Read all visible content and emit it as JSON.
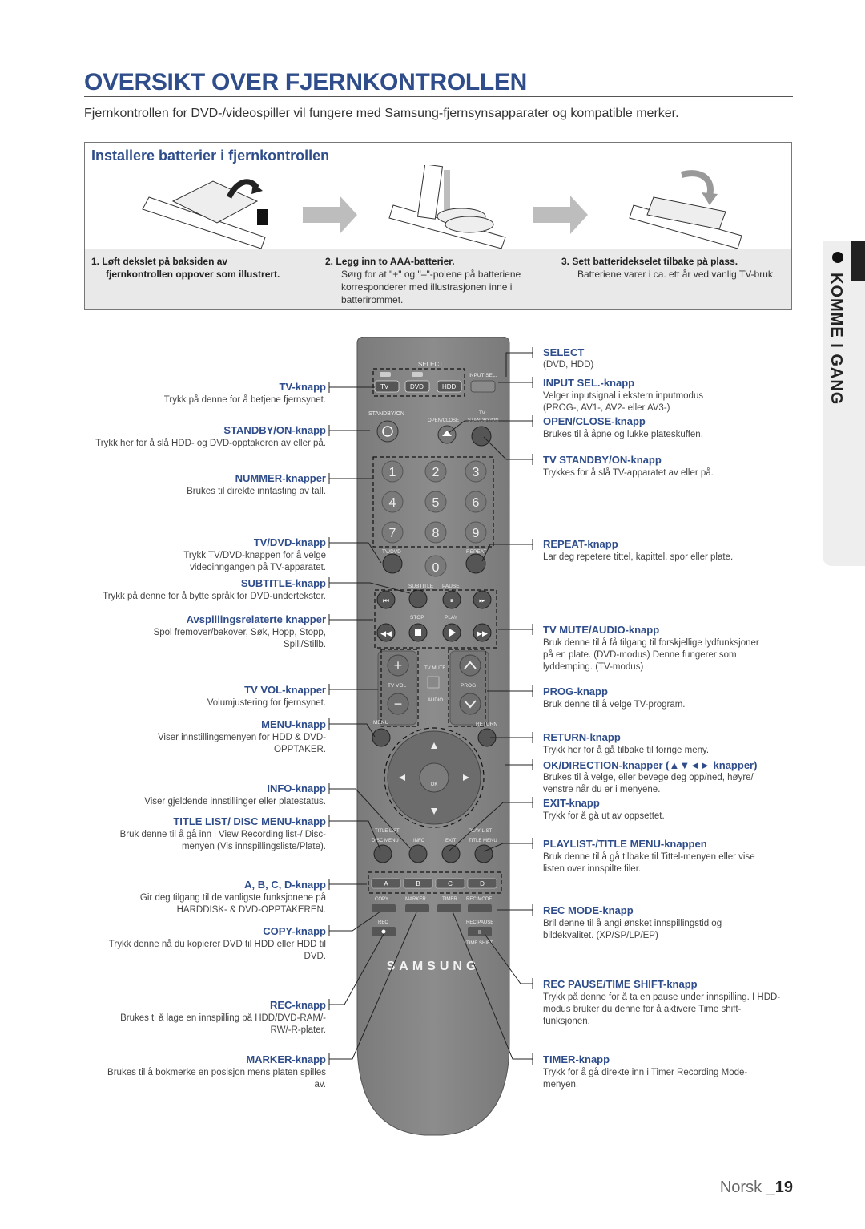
{
  "page": {
    "title": "OVERSIKT OVER FJERNKONTROLLEN",
    "intro": "Fjernkontrollen for DVD-/videospiller vil fungere med Samsung-fjernsynsapparater og kompatible merker."
  },
  "battery_section": {
    "title": "Installere batterier i fjernkontrollen",
    "steps": [
      {
        "num": "1.",
        "heading": "Løft dekslet på baksiden av",
        "text": "fjernkontrollen oppover som illustrert."
      },
      {
        "num": "2.",
        "heading": "Legg inn to AAA-batterier.",
        "text": "Sørg for at \"+\" og \"–\"-polene på batteriene korresponderer med illustrasjonen inne i batterirommet."
      },
      {
        "num": "3.",
        "heading": "Sett batteridekselet tilbake på plass.",
        "text": "Batteriene varer i ca. ett år ved vanlig TV-bruk."
      }
    ]
  },
  "sidebar": {
    "label": "KOMME I GANG"
  },
  "remote": {
    "brand": "SAMSUNG",
    "labels": {
      "select": "SELECT",
      "input_sel": "INPUT SEL.",
      "tv": "TV",
      "dvd": "DVD",
      "hdd": "HDD",
      "standby_on": "STANDBY/ON",
      "open_close": "OPEN/CLOSE",
      "standby_on_tv": "STANDBY/ON",
      "tv_small": "TV",
      "tv_dvd": "TV/DVD",
      "repeat": "REPEAT",
      "subtitle": "SUBTITLE",
      "pause": "PAUSE",
      "stop": "STOP",
      "play": "PLAY",
      "tv_mute": "TV MUTE",
      "tv_vol": "TV VOL",
      "prog": "PROG",
      "audio": "AUDIO",
      "menu": "MENU",
      "return": "RETURN",
      "ok": "OK",
      "title_list": "TITLE LIST",
      "play_list": "PLAY LIST",
      "disc_menu": "DISC MENU",
      "info": "INFO",
      "exit": "EXIT",
      "title_menu": "TITLE MENU",
      "a": "A",
      "b": "B",
      "c": "C",
      "d": "D",
      "copy": "COPY",
      "marker": "MARKER",
      "timer": "TIMER",
      "rec_mode": "REC MODE",
      "rec": "REC",
      "rec_pause": "REC PAUSE",
      "time_shift": "TIME SHIFT",
      "digits": [
        "1",
        "2",
        "3",
        "4",
        "5",
        "6",
        "7",
        "8",
        "9",
        "0"
      ]
    }
  },
  "callouts_left": [
    {
      "label": "TV-knapp",
      "desc": "Trykk på denne for å betjene fjernsynet."
    },
    {
      "label": "STANDBY/ON-knapp",
      "desc": "Trykk her for å slå HDD- og DVD-opptakeren av eller på."
    },
    {
      "label": "NUMMER-knapper",
      "desc": "Brukes til direkte inntasting av tall."
    },
    {
      "label": "TV/DVD-knapp",
      "desc": "Trykk TV/DVD-knappen for å velge videoinngangen på TV-apparatet."
    },
    {
      "label": "SUBTITLE-knapp",
      "desc": "Trykk på denne for å bytte språk for DVD-undertekster."
    },
    {
      "label": "Avspillingsrelaterte knapper",
      "desc": "Spol fremover/bakover, Søk, Hopp, Stopp, Spill/Stillb."
    },
    {
      "label": "TV VOL-knapper",
      "desc": "Volumjustering for fjernsynet."
    },
    {
      "label": "MENU-knapp",
      "desc": "Viser innstillingsmenyen for HDD & DVD-OPPTAKER."
    },
    {
      "label": "INFO-knapp",
      "desc": "Viser gjeldende innstillinger eller platestatus."
    },
    {
      "label": "TITLE LIST/ DISC MENU-knapp",
      "desc": "Bruk denne til å gå inn i View Recording list-/ Disc-menyen (Vis innspillingsliste/Plate)."
    },
    {
      "label": "A, B, C, D-knapp",
      "desc": "Gir deg tilgang til de vanligste funksjonene på HARDDISK- & DVD-OPPTAKEREN."
    },
    {
      "label": "COPY-knapp",
      "desc": "Trykk denne nå du kopierer DVD til HDD eller HDD til DVD."
    },
    {
      "label": "REC-knapp",
      "desc": "Brukes ti å lage en innspilling på HDD/DVD-RAM/-RW/-R-plater."
    },
    {
      "label": "MARKER-knapp",
      "desc": "Brukes til å bokmerke en posisjon mens platen spilles av."
    }
  ],
  "callouts_right": [
    {
      "label": "SELECT",
      "desc": "(DVD, HDD)"
    },
    {
      "label": "INPUT SEL.-knapp",
      "desc": "Velger inputsignal i ekstern inputmodus (PROG-, AV1-, AV2- eller AV3-)"
    },
    {
      "label": "OPEN/CLOSE-knapp",
      "desc": "Brukes til å åpne og lukke plateskuffen."
    },
    {
      "label": "TV STANDBY/ON-knapp",
      "desc": "Trykkes for å slå TV-apparatet av eller på."
    },
    {
      "label": "REPEAT-knapp",
      "desc": "Lar deg repetere tittel, kapittel, spor eller plate."
    },
    {
      "label": "TV MUTE/AUDIO-knapp",
      "desc": "Bruk denne til å få tilgang til forskjellige lydfunksjoner på en plate. (DVD-modus) Denne fungerer som lyddemping. (TV-modus)"
    },
    {
      "label": "PROG-knapp",
      "desc": "Bruk denne til å velge TV-program."
    },
    {
      "label": "RETURN-knapp",
      "desc": "Trykk her for å gå tilbake til forrige meny."
    },
    {
      "label": "OK/DIRECTION-knapper (▲▼◄► knapper)",
      "desc": "Brukes til å velge, eller bevege deg opp/ned, høyre/ venstre når du er i menyene."
    },
    {
      "label": "EXIT-knapp",
      "desc": "Trykk for å gå ut av oppsettet."
    },
    {
      "label": "PLAYLIST-/TITLE MENU-knappen",
      "desc": "Bruk denne til å gå tilbake til Tittel-menyen eller vise listen over innspilte filer."
    },
    {
      "label": "REC MODE-knapp",
      "desc": "Bril denne til å angi ønsket innspillingstid og bildekvalitet. (XP/SP/LP/EP)"
    },
    {
      "label": "REC PAUSE/TIME SHIFT-knapp",
      "desc": "Trykk på denne for å ta en pause under innspilling. I HDD-modus bruker du denne for å aktivere Time shift-funksjonen."
    },
    {
      "label": "TIMER-knapp",
      "desc": "Trykk for å gå direkte inn i Timer Recording Mode-menyen."
    }
  ],
  "footer": {
    "language": "Norsk _",
    "page_number": "19"
  }
}
